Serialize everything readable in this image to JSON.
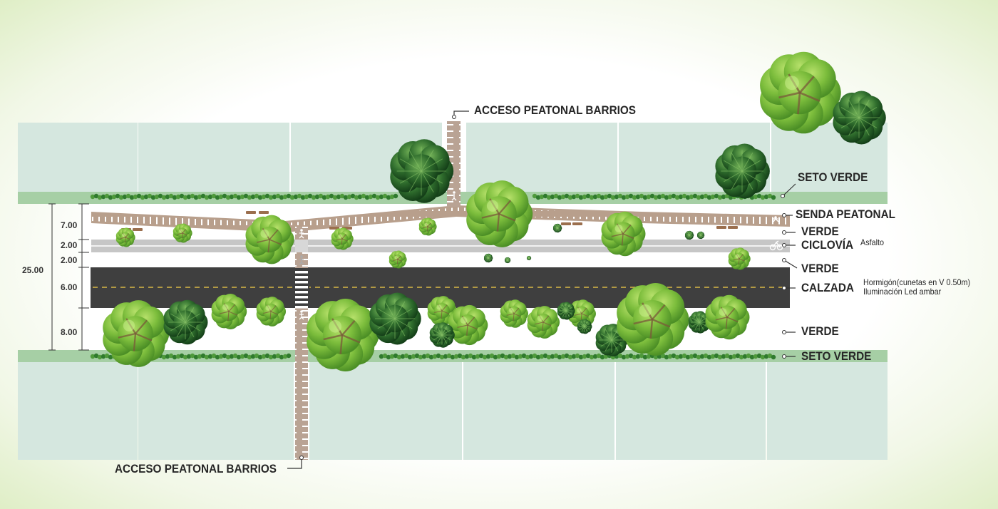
{
  "labels": {
    "access_top": "ACCESO PEATONAL BARRIOS",
    "access_bottom": "ACCESO PEATONAL BARRIOS",
    "seto_top": "SETO VERDE",
    "senda": "SENDA PEATONAL",
    "verde_1": "VERDE",
    "ciclovia": "CICLOVÍA",
    "ciclovia_note": "Asfalto",
    "verde_2": "VERDE",
    "calzada": "CALZADA",
    "calzada_note_1": "Hormigón(cunetas en V 0.50m)",
    "calzada_note_2": "Iluminación Led ambar",
    "verde_3": "VERDE",
    "seto_bottom": "SETO VERDE"
  },
  "dimensions": {
    "total": "25.00",
    "d1": "7.00",
    "d2": "2.00",
    "d3": "2.00",
    "d4": "6.00",
    "d5": "8.00"
  },
  "colors": {
    "lot": "#d5e7df",
    "lot_border": "#ffffff",
    "hedge": "#9cc79e",
    "path": "#b89f8c",
    "bike_lane": "#c4c4c4",
    "road": "#3d3d3d",
    "road_center": "#d9b847",
    "tree_light": "#7dbf3f",
    "tree_dark": "#2e6b2c"
  }
}
